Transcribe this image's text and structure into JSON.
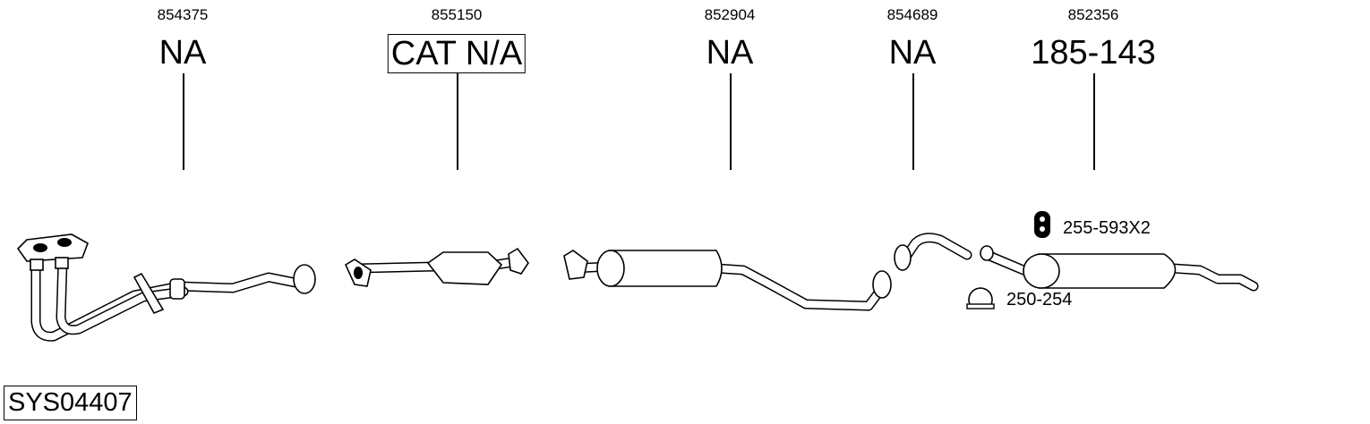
{
  "parts": [
    {
      "number": "854375",
      "label": "NA"
    },
    {
      "number": "855150",
      "label": "CAT N/A"
    },
    {
      "number": "852904",
      "label": "NA"
    },
    {
      "number": "854689",
      "label": "NA"
    },
    {
      "number": "852356",
      "label": "185-143"
    }
  ],
  "accessories": [
    {
      "icon": "rubber-hanger-icon",
      "label": "255-593X2"
    },
    {
      "icon": "pipe-clamp-icon",
      "label": "250-254"
    }
  ],
  "system_code": "SYS04407"
}
